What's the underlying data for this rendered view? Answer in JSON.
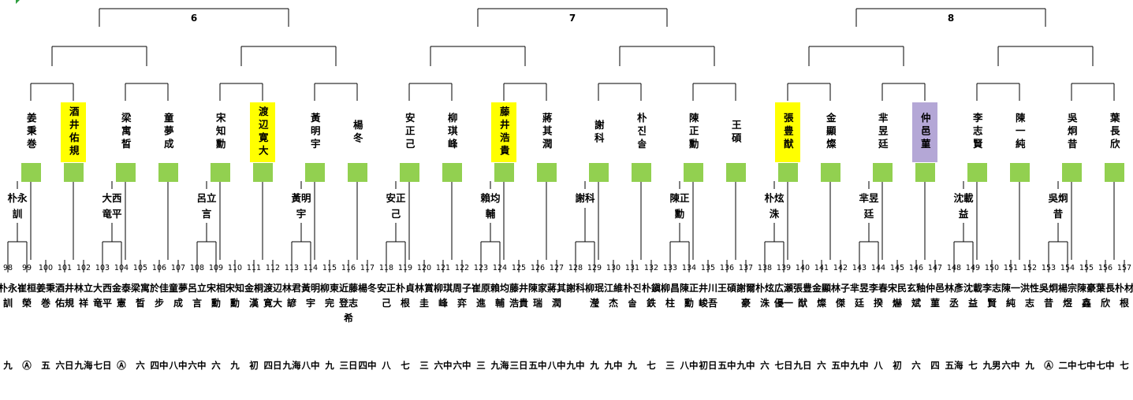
{
  "rounds": [
    "6",
    "7",
    "8"
  ],
  "players": [
    {
      "num": "98",
      "name": "朴永訓",
      "grade": "九"
    },
    {
      "num": "99",
      "name": "崔桓榮",
      "grade": "Ⓐ"
    },
    {
      "num": "100",
      "name": "姜秉巻",
      "grade": "五"
    },
    {
      "num": "101",
      "name": "酒井佑規",
      "grade": "六日"
    },
    {
      "num": "102",
      "name": "林立祥",
      "grade": "九海"
    },
    {
      "num": "103",
      "name": "大西竜平",
      "grade": "七日"
    },
    {
      "num": "104",
      "name": "金泰憲",
      "grade": "Ⓐ"
    },
    {
      "num": "105",
      "name": "梁寓晳",
      "grade": "六"
    },
    {
      "num": "106",
      "name": "於佳步",
      "grade": "四中"
    },
    {
      "num": "107",
      "name": "童夢成",
      "grade": "八中"
    },
    {
      "num": "108",
      "name": "呂立言",
      "grade": "六中"
    },
    {
      "num": "109",
      "name": "宋相勳",
      "grade": "六"
    },
    {
      "num": "110",
      "name": "宋知勳",
      "grade": "九"
    },
    {
      "num": "111",
      "name": "金桐漢",
      "grade": "初"
    },
    {
      "num": "112",
      "name": "渡辺寛大",
      "grade": "四日"
    },
    {
      "num": "113",
      "name": "林君諺",
      "grade": "九海"
    },
    {
      "num": "114",
      "name": "黃明宇",
      "grade": "八中"
    },
    {
      "num": "115",
      "name": "柳東完",
      "grade": "九"
    },
    {
      "num": "116",
      "name": "近藤登志希",
      "grade": "三日"
    },
    {
      "num": "117",
      "name": "楊冬",
      "grade": "四中"
    },
    {
      "num": "118",
      "name": "安正己",
      "grade": "八"
    },
    {
      "num": "119",
      "name": "朴貞根",
      "grade": "七"
    },
    {
      "num": "120",
      "name": "林賞圭",
      "grade": "三"
    },
    {
      "num": "121",
      "name": "柳琪峰",
      "grade": "六中"
    },
    {
      "num": "122",
      "name": "周子弈",
      "grade": "六中"
    },
    {
      "num": "123",
      "name": "崔原進",
      "grade": "三"
    },
    {
      "num": "124",
      "name": "賴均輔",
      "grade": "九海"
    },
    {
      "num": "125",
      "name": "藤井浩貴",
      "grade": "三日"
    },
    {
      "num": "126",
      "name": "陳家瑞",
      "grade": "五中"
    },
    {
      "num": "127",
      "name": "蔣其潤",
      "grade": "八中"
    },
    {
      "num": "128",
      "name": "謝科",
      "grade": "九中"
    },
    {
      "num": "129",
      "name": "柳珉瀅",
      "grade": "九"
    },
    {
      "num": "130",
      "name": "江維杰",
      "grade": "九中"
    },
    {
      "num": "131",
      "name": "朴진솔",
      "grade": "九"
    },
    {
      "num": "132",
      "name": "朴鎭鉄",
      "grade": "七"
    },
    {
      "num": "133",
      "name": "柳昌柱",
      "grade": "三"
    },
    {
      "num": "134",
      "name": "陳正勳",
      "grade": "八中"
    },
    {
      "num": "135",
      "name": "井川峻吾",
      "grade": "初日"
    },
    {
      "num": "136",
      "name": "王碩",
      "grade": "五中"
    },
    {
      "num": "137",
      "name": "謝爾豪",
      "grade": "九中"
    },
    {
      "num": "138",
      "name": "朴炫洙",
      "grade": "六"
    },
    {
      "num": "139",
      "name": "広瀬優一",
      "grade": "七日"
    },
    {
      "num": "140",
      "name": "張豊猷",
      "grade": "九日"
    },
    {
      "num": "141",
      "name": "金顯燦",
      "grade": "六"
    },
    {
      "num": "142",
      "name": "林子傑",
      "grade": "五中"
    },
    {
      "num": "143",
      "name": "芈昱廷",
      "grade": "九中"
    },
    {
      "num": "144",
      "name": "李春揆",
      "grade": "八"
    },
    {
      "num": "145",
      "name": "宋民爀",
      "grade": "初"
    },
    {
      "num": "146",
      "name": "玄釉斌",
      "grade": "六"
    },
    {
      "num": "147",
      "name": "仲邑菫",
      "grade": "四"
    },
    {
      "num": "148",
      "name": "林彥丞",
      "grade": "五海"
    },
    {
      "num": "149",
      "name": "沈載益",
      "grade": "七"
    },
    {
      "num": "150",
      "name": "李志賢",
      "grade": "九男"
    },
    {
      "num": "151",
      "name": "陳一純",
      "grade": "六中"
    },
    {
      "num": "152",
      "name": "洪性志",
      "grade": "九"
    },
    {
      "num": "153",
      "name": "吳炯昔",
      "grade": "Ⓐ"
    },
    {
      "num": "154",
      "name": "楊宗煜",
      "grade": "二中"
    },
    {
      "num": "155",
      "name": "陳豪鑫",
      "grade": "七中"
    },
    {
      "num": "156",
      "name": "葉長欣",
      "grade": "七中"
    },
    {
      "num": "157",
      "name": "朴材根",
      "grade": "七"
    }
  ],
  "r1_winners": [
    "朴永訓",
    "大西竜平",
    "呂立言",
    "黃明宇",
    "安正己",
    "賴均輔",
    "謝科",
    "陳正勳",
    "朴炫洙",
    "芈昱廷",
    "沈載益",
    "吳炯昔"
  ],
  "r2_winners": [
    "姜秉巻",
    "酒井佑規",
    "梁寓晳",
    "童夢成",
    "宋知勳",
    "渡辺寛大",
    "黃明宇",
    "楊冬",
    "安正己",
    "柳琪峰",
    "藤井浩貴",
    "蔣其潤",
    "謝科",
    "朴진솔",
    "陳正勳",
    "王碩",
    "張豊猷",
    "金顯燦",
    "芈昱廷",
    "仲邑菫",
    "李志賢",
    "陳一純",
    "吳炯昔",
    "葉長欣"
  ],
  "colors": {
    "green": "#92d050",
    "yellow": "#ffff00",
    "purple": "#b4a7d6",
    "tick": "#2e9e3e"
  }
}
